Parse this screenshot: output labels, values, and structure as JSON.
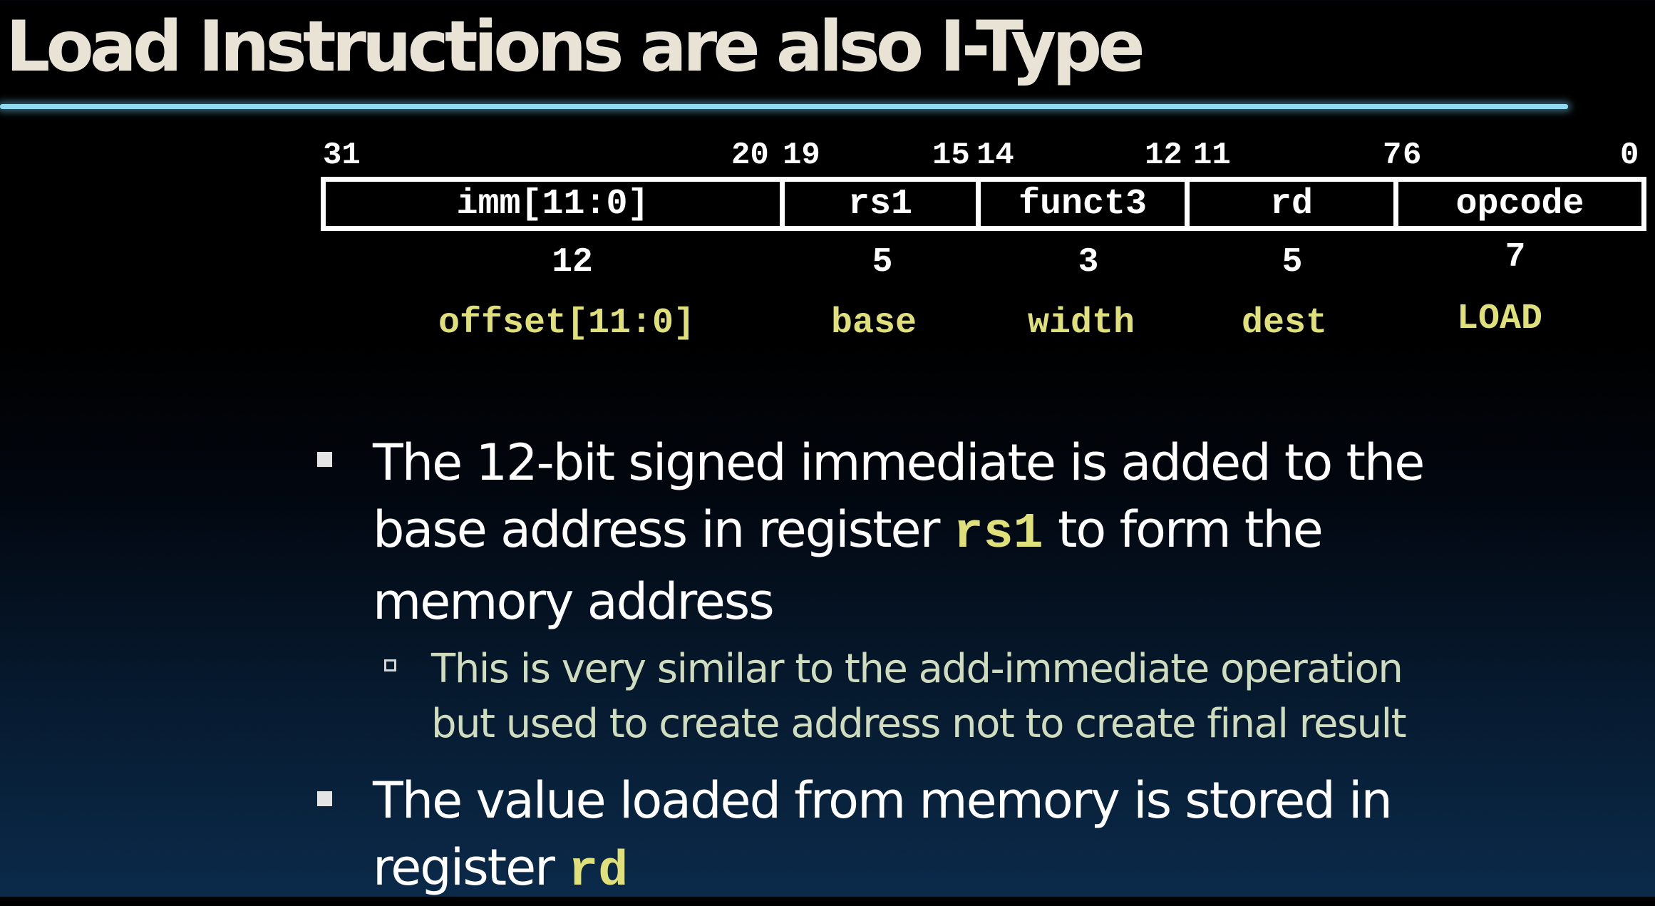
{
  "slide": {
    "title": "Load  Instructions are also I-Type"
  },
  "format": {
    "bit_positions": [
      {
        "label": "31"
      },
      {
        "label": "20"
      },
      {
        "label": "19"
      },
      {
        "label": "15"
      },
      {
        "label": "14"
      },
      {
        "label": "12"
      },
      {
        "label": "11"
      },
      {
        "label": "7"
      },
      {
        "label": "6"
      },
      {
        "label": "0"
      }
    ],
    "fields": [
      {
        "name": "imm[11:0]",
        "width": "12",
        "role": "offset[11:0]"
      },
      {
        "name": "rs1",
        "width": "5",
        "role": "base"
      },
      {
        "name": "funct3",
        "width": "3",
        "role": "width"
      },
      {
        "name": "rd",
        "width": "5",
        "role": "dest"
      },
      {
        "name": "opcode",
        "width": "7",
        "role": "LOAD"
      }
    ]
  },
  "bullets": [
    {
      "line1": "The 12-bit signed immediate is added to the",
      "line2_pre": "base address in register ",
      "line2_code": "rs1",
      "line2_post": " to form the",
      "line3": "memory address"
    },
    {
      "line1": "The value loaded from memory is stored in",
      "line2_pre": "register ",
      "line2_code": "rd"
    }
  ],
  "sub_bullets": [
    {
      "line1": "This is very similar to the add-immediate operation",
      "line2": "but used to create address not to create final result"
    }
  ],
  "colors": {
    "title": "#e9e3d6",
    "rule": "#8fd9f3",
    "highlight": "#dfe07a",
    "sub_text": "#cfdcbd",
    "box_border": "#ffffff"
  }
}
